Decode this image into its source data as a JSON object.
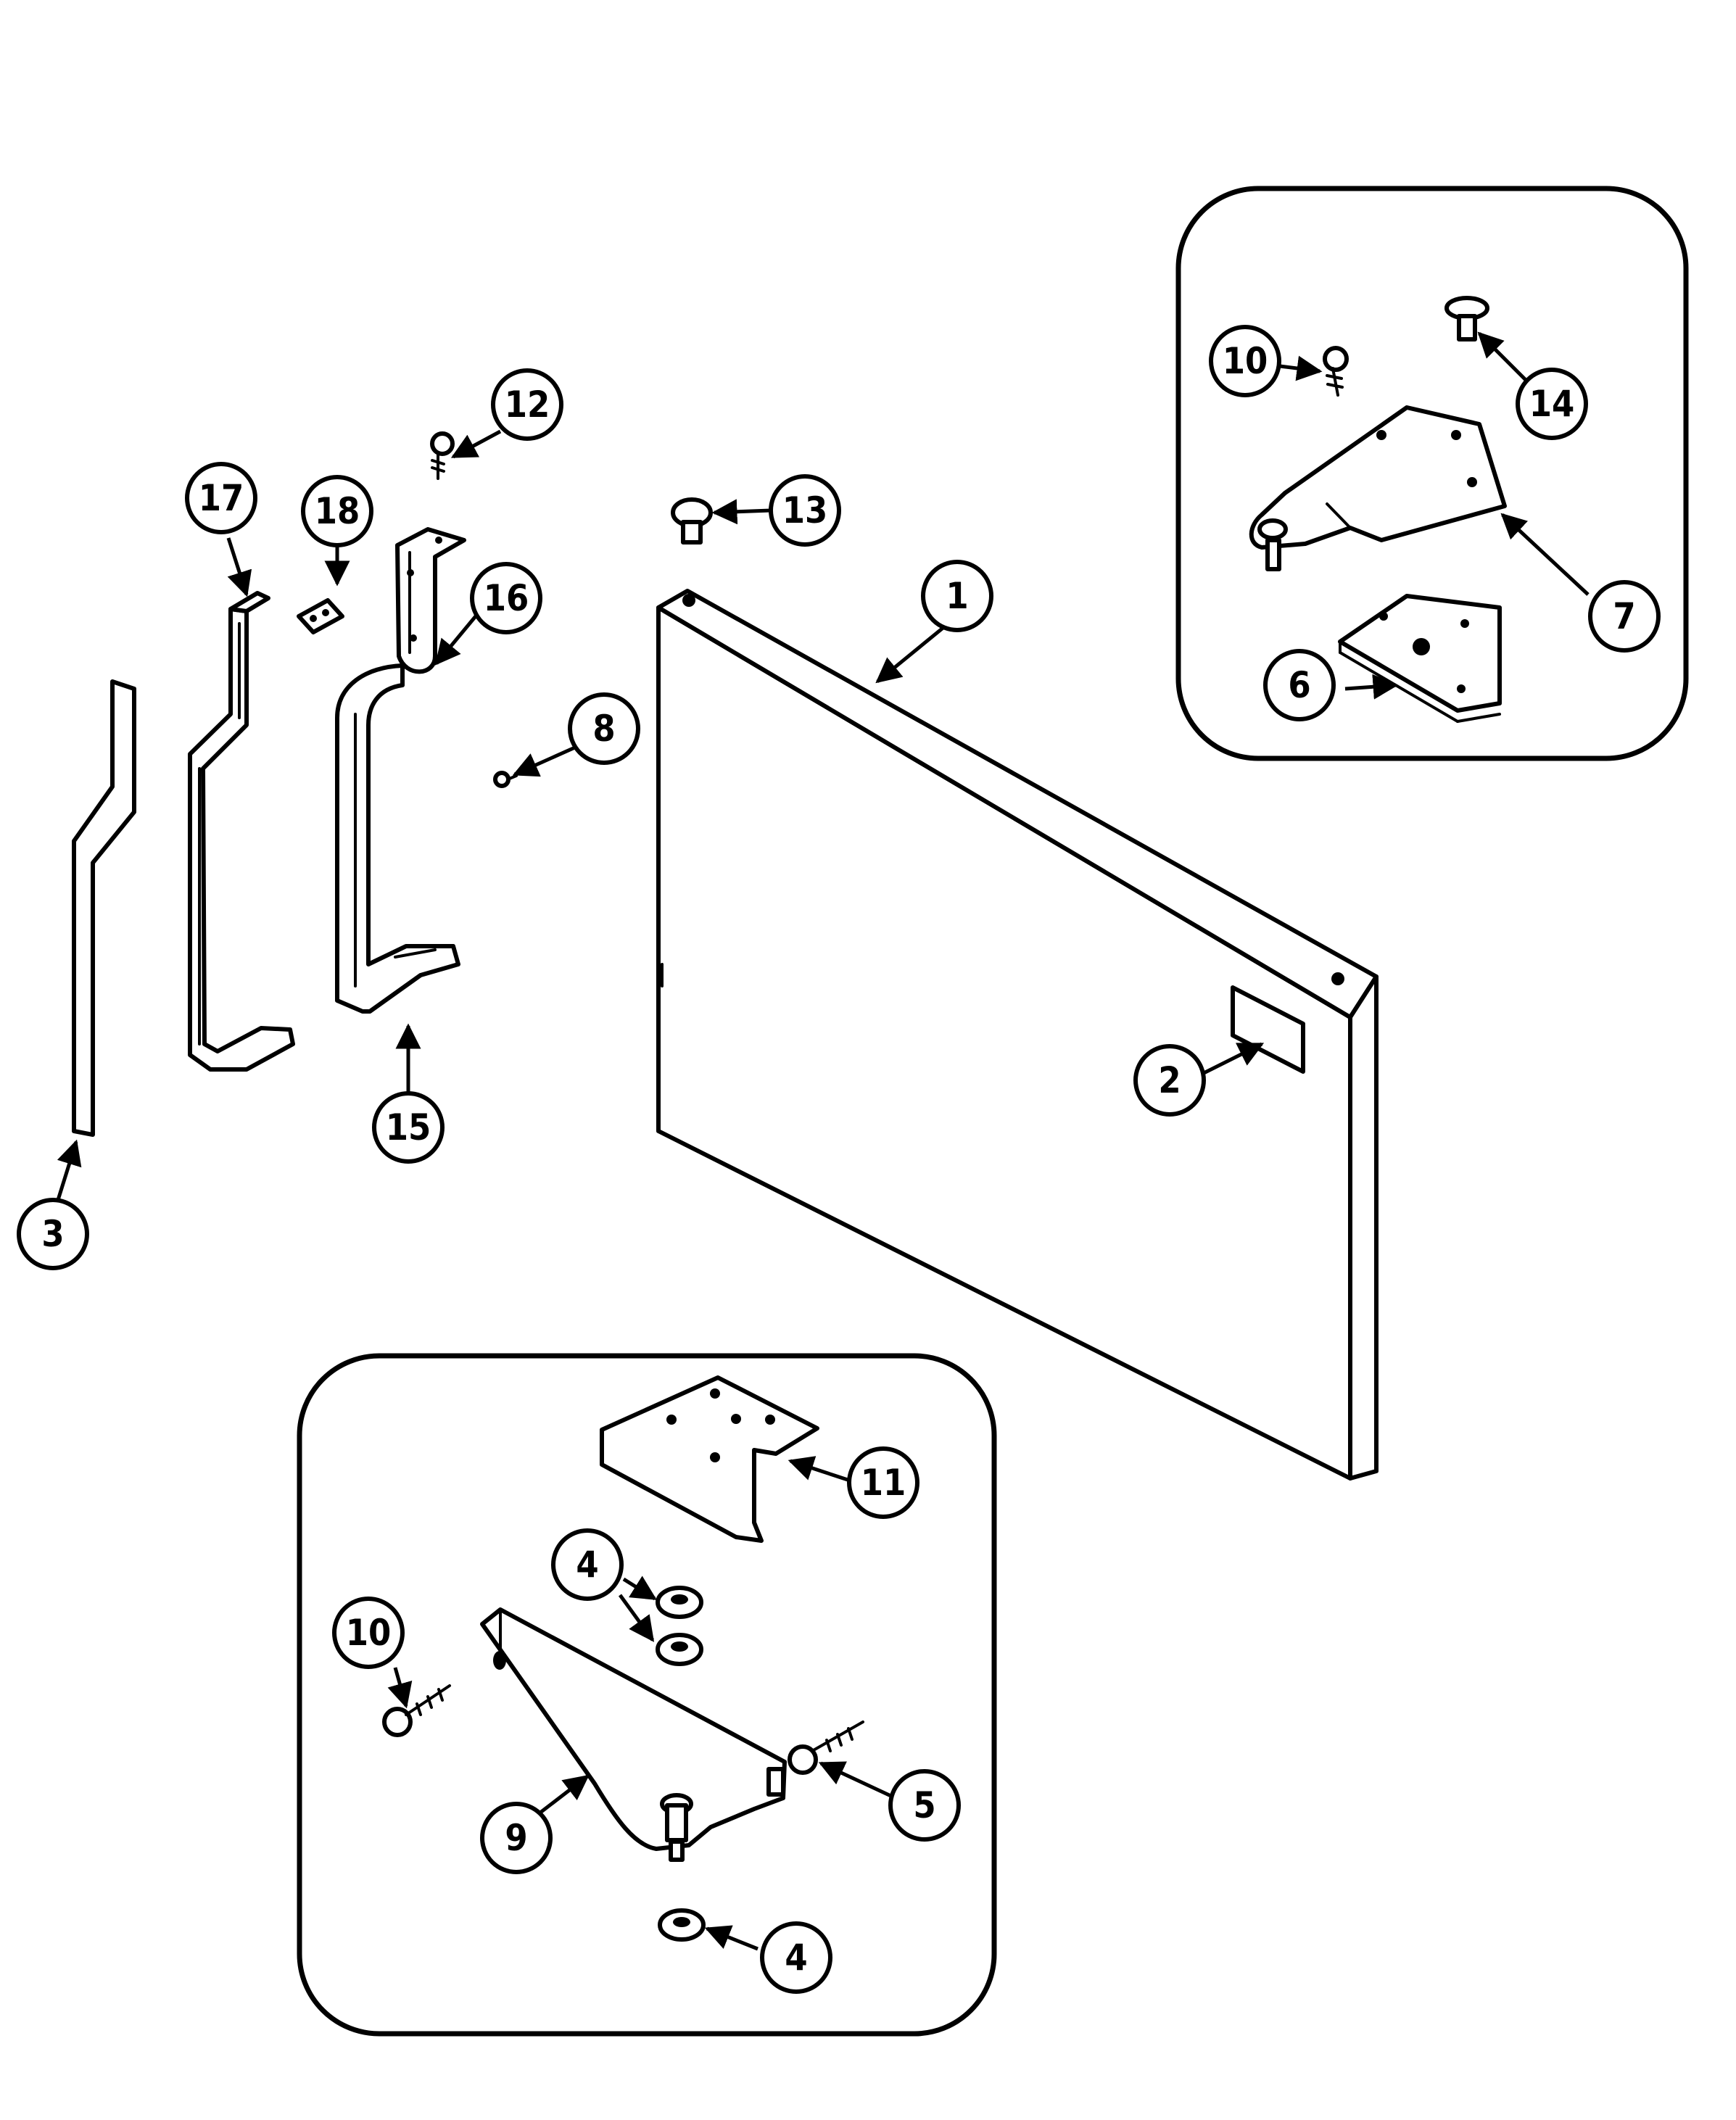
{
  "callouts": [
    {
      "id": "c1",
      "label": "1"
    },
    {
      "id": "c2",
      "label": "2"
    },
    {
      "id": "c3",
      "label": "3"
    },
    {
      "id": "c4a",
      "label": "4"
    },
    {
      "id": "c4b",
      "label": "4"
    },
    {
      "id": "c5",
      "label": "5"
    },
    {
      "id": "c6",
      "label": "6"
    },
    {
      "id": "c7",
      "label": "7"
    },
    {
      "id": "c8",
      "label": "8"
    },
    {
      "id": "c9",
      "label": "9"
    },
    {
      "id": "c10a",
      "label": "10"
    },
    {
      "id": "c10b",
      "label": "10"
    },
    {
      "id": "c11",
      "label": "11"
    },
    {
      "id": "c12",
      "label": "12"
    },
    {
      "id": "c13",
      "label": "13"
    },
    {
      "id": "c14",
      "label": "14"
    },
    {
      "id": "c15",
      "label": "15"
    },
    {
      "id": "c16",
      "label": "16"
    },
    {
      "id": "c17",
      "label": "17"
    },
    {
      "id": "c18",
      "label": "18"
    }
  ]
}
